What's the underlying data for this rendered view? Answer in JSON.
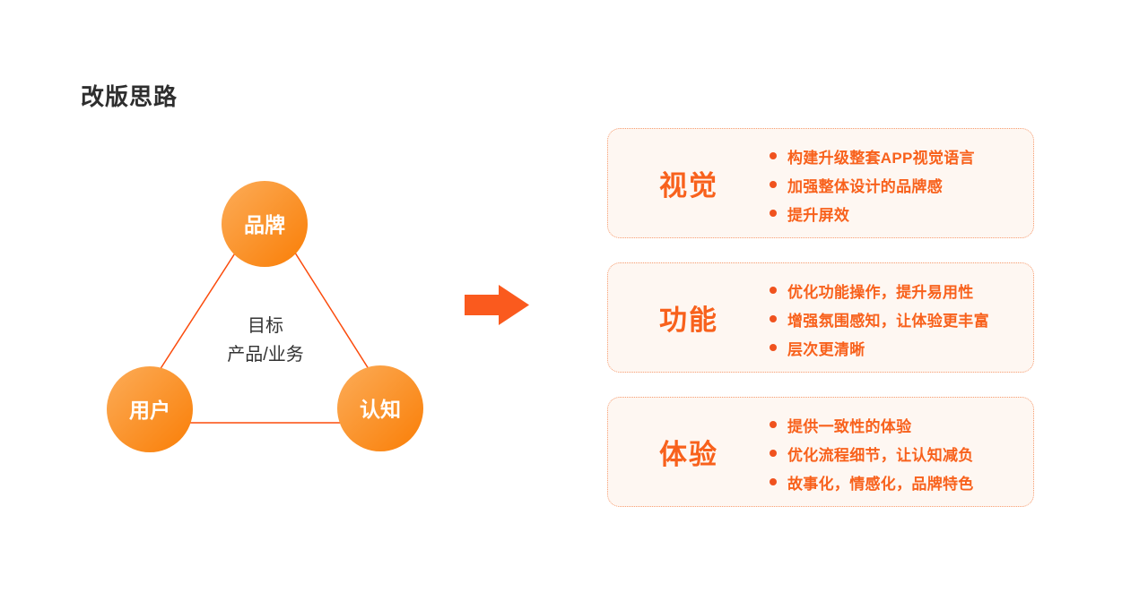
{
  "page": {
    "title": "改版思路",
    "background": "#ffffff"
  },
  "diagram": {
    "nodes": [
      {
        "id": "brand",
        "label": "品牌"
      },
      {
        "id": "user",
        "label": "用户"
      },
      {
        "id": "cognition",
        "label": "认知"
      }
    ],
    "center": {
      "line1": "目标",
      "line2": "产品/业务"
    }
  },
  "arrow": {
    "icon": "right-arrow-icon",
    "color": "#fa5a1e"
  },
  "cards": [
    {
      "title": "视觉",
      "bullets": [
        "构建升级整套APP视觉语言",
        "加强整体设计的品牌感",
        "提升屏效"
      ]
    },
    {
      "title": "功能",
      "bullets": [
        "优化功能操作，提升易用性",
        "增强氛围感知，让体验更丰富",
        "层次更清晰"
      ]
    },
    {
      "title": "体验",
      "bullets": [
        "提供一致性的体验",
        "优化流程细节，让认知减负",
        "故事化，情感化，品牌特色"
      ]
    }
  ],
  "colors": {
    "accent_orange": "#f8611c",
    "bullet_dot": "#f0521e",
    "triangle_line": "#fb4b0c",
    "arrow": "#fa5a1e",
    "circle_gradient_start": "#fcac58",
    "circle_gradient_end": "#f97e06",
    "card_background": "#fef7f2",
    "card_border": "#f79c70",
    "heading_text": "#2e2e2e",
    "center_text": "#333333"
  }
}
